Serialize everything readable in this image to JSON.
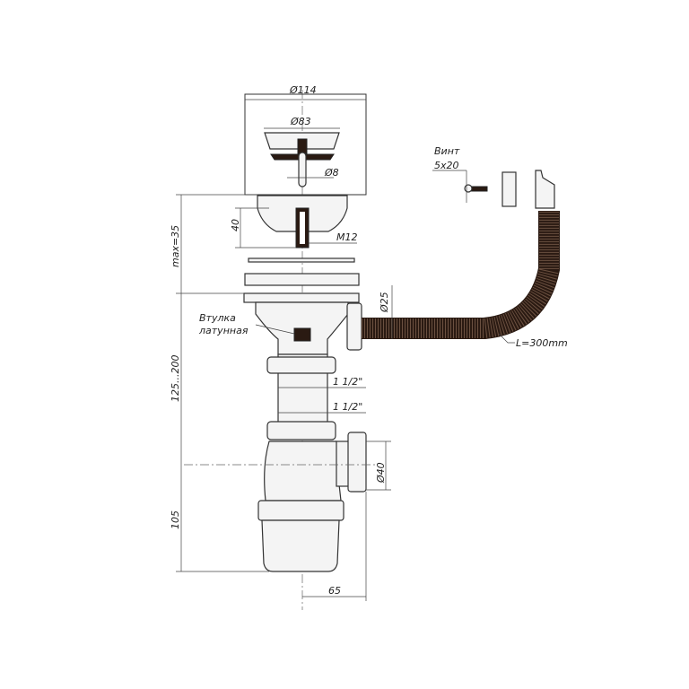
{
  "drawing": {
    "dims": {
      "d114": "Ø114",
      "d83": "Ø83",
      "d8": "Ø8",
      "h40": "40",
      "m12": "M12",
      "max35": "max=35",
      "d25": "Ø25",
      "range": "125...200",
      "thread1": "1 1/2\"",
      "thread2": "1 1/2\"",
      "d40": "Ø40",
      "h105": "105",
      "w65": "65"
    },
    "labels": {
      "screw_title": "Винт",
      "screw_size": "5x20",
      "bushing_line1": "Втулка",
      "bushing_line2": "латунная",
      "hose_length": "L=300mm"
    }
  }
}
